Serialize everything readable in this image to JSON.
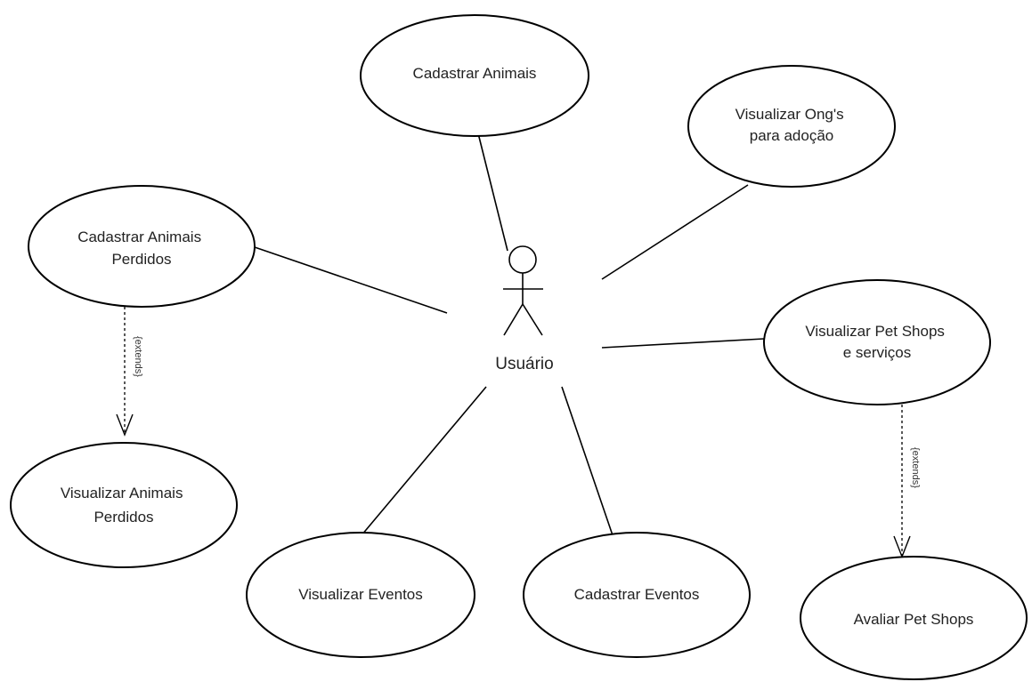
{
  "actor": {
    "label": "Usuário"
  },
  "use_cases": {
    "cadastrar_animais": {
      "lines": [
        "Cadastrar Animais"
      ]
    },
    "visualizar_ongs": {
      "lines": [
        "Visualizar Ong's",
        "para adoção"
      ]
    },
    "cadastrar_animais_perdidos": {
      "lines": [
        "Cadastrar Animais",
        "Perdidos"
      ]
    },
    "visualizar_pet_shops": {
      "lines": [
        "Visualizar Pet Shops",
        "e serviços"
      ]
    },
    "visualizar_animais_perdidos": {
      "lines": [
        "Visualizar Animais",
        "Perdidos"
      ]
    },
    "visualizar_eventos": {
      "lines": [
        "Visualizar Eventos"
      ]
    },
    "cadastrar_eventos": {
      "lines": [
        "Cadastrar Eventos"
      ]
    },
    "avaliar_pet_shops": {
      "lines": [
        "Avaliar Pet Shops"
      ]
    }
  },
  "relations": {
    "extends_label": "{extends}"
  }
}
